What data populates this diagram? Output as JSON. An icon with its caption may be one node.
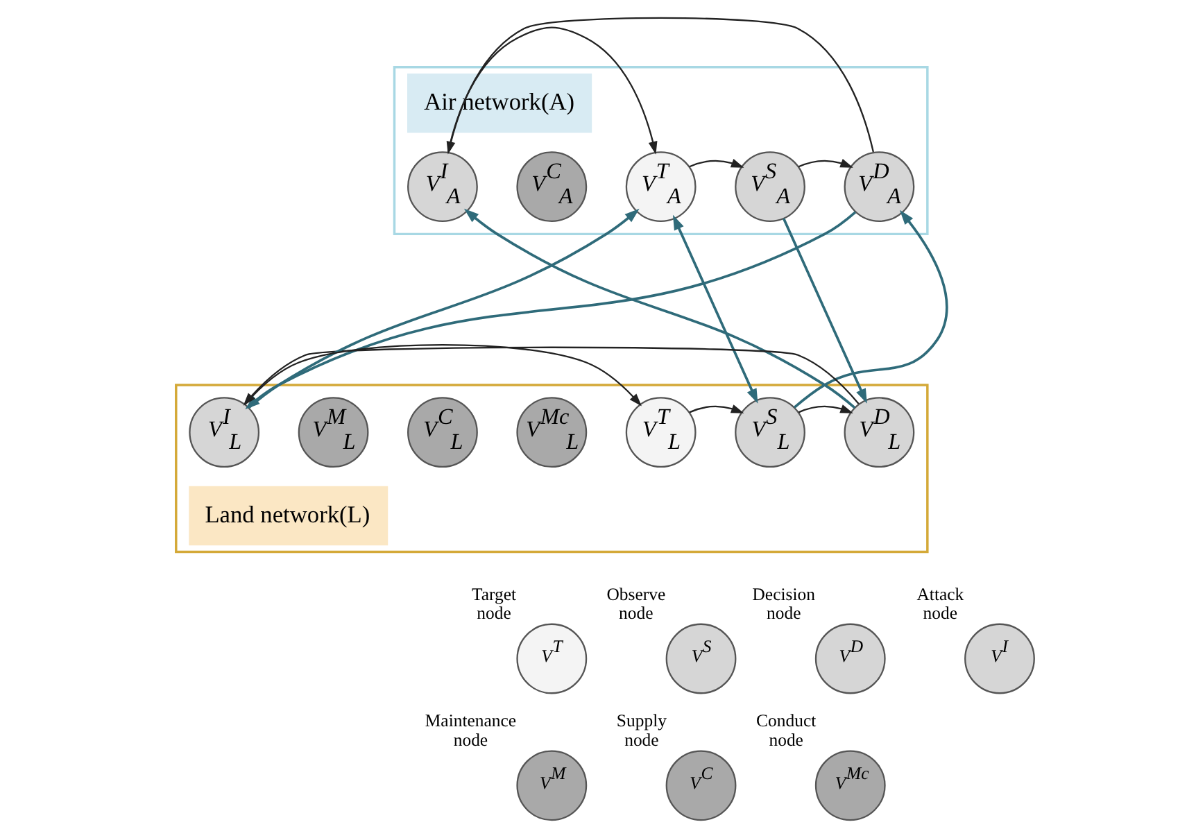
{
  "diagram": {
    "nodes": [
      {
        "text": [
          "Air network(A)"
        ]
      },
      {
        "text": [
          "V$^{T}$$_{A}$"
        ],
        "in": 0
      },
      {
        "text": [
          "V$^{S}$$_{A}$"
        ],
        "in": 0
      },
      {
        "text": [
          "V$^{D}$$_{A}$"
        ],
        "in": 0
      },
      {
        "text": [
          "V$^{I}$$_{A}$"
        ],
        "in": 0
      },
      {
        "text": [
          "V$^{C}$$_{A}$"
        ],
        "in": 0
      },
      {
        "text": [
          "Land network(L)"
        ]
      },
      {
        "text": [
          "V$^{T}$$_{L}$"
        ],
        "in": 6
      },
      {
        "text": [
          "V$^{S}$$_{L}$"
        ],
        "in": 6
      },
      {
        "text": [
          "V$^{D}$$_{L}$"
        ],
        "in": 6
      },
      {
        "text": [
          "V$^{I}$$_{L}$"
        ],
        "in": 6
      },
      {
        "text": [
          "V$^{M}$$_{L}$"
        ],
        "in": 6
      },
      {
        "text": [
          "V$^{C}$$_{L}$"
        ],
        "in": 6
      },
      {
        "text": [
          "V$^{Mc}$$_{L}$"
        ],
        "in": 6
      },
      {
        "text": [
          "V$^{T}$"
        ],
        "beside": [
          "Target node"
        ]
      },
      {
        "text": [
          "V$^{S}$"
        ],
        "beside": [
          "Observe node"
        ]
      },
      {
        "text": [
          "V$^{D}$"
        ],
        "beside": [
          "Decision node"
        ]
      },
      {
        "text": [
          "V$^{I}$"
        ],
        "beside": [
          "Attack node"
        ]
      },
      {
        "text": [
          "V$^{M}$"
        ],
        "beside": [
          "Maintenance node"
        ]
      },
      {
        "text": [
          "V$^{C}$"
        ],
        "beside": [
          "Supply node"
        ]
      },
      {
        "text": [
          "V$^{Mc}$"
        ],
        "beside": [
          "Conduct node"
        ]
      }
    ],
    "edges": [
      {
        "from": 1,
        "to": 2,
        "arrow": "to"
      },
      {
        "from": 2,
        "to": 3,
        "arrow": "to"
      },
      {
        "from": 3,
        "to": 4,
        "arrow": "to"
      },
      {
        "from": 4,
        "to": 1,
        "arrow": "to"
      },
      {
        "from": 7,
        "to": 8,
        "arrow": "to"
      },
      {
        "from": 8,
        "to": 9,
        "arrow": "to"
      },
      {
        "from": 9,
        "to": 10,
        "arrow": "to"
      },
      {
        "from": 10,
        "to": 7,
        "arrow": "to"
      },
      {
        "from": 1,
        "to": 8,
        "arrow": "both",
        "color": "#2f6b7a"
      },
      {
        "from": 2,
        "to": 9,
        "arrow": "to",
        "color": "#2f6b7a"
      },
      {
        "from": 3,
        "to": 10,
        "arrow": "to",
        "color": "#2f6b7a"
      },
      {
        "from": 10,
        "to": 1,
        "arrow": "to",
        "color": "#2f6b7a"
      },
      {
        "from": 8,
        "to": 3,
        "arrow": "to",
        "color": "#2f6b7a"
      },
      {
        "from": 9,
        "to": 4,
        "arrow": "to",
        "color": "#2f6b7a"
      }
    ]
  }
}
